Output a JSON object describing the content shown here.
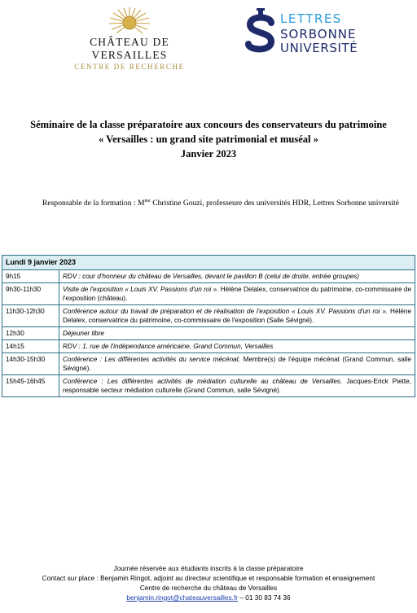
{
  "header": {
    "left_logo": {
      "line1": "CHÂTEAU DE VERSAILLES",
      "line2": "CENTRE DE RECHERCHE",
      "icon": "sun-emblem-icon"
    },
    "right_logo": {
      "line1": "LETTRES",
      "line2": "SORBONNE",
      "line3": "UNIVERSITÉ",
      "icon": "sorbonne-s-icon"
    }
  },
  "title": {
    "line1": "Séminaire de la classe préparatoire aux concours des conservateurs du patrimoine",
    "line2": "« Versailles : un grand site patrimonial et muséal »",
    "line3": "Janvier 2023"
  },
  "responsable": {
    "prefix": "Responsable de la formation : M",
    "sup": "me",
    "rest": " Christine Gouzi, professeure des universités HDR, Lettres Sorbonne université"
  },
  "schedule": {
    "day": "Lundi 9 janvier 2023",
    "rows": [
      {
        "time": "9h15",
        "italic": "RDV : cour d'honneur du château de Versailles, devant le pavillon B (celui de droite, entrée groupes)",
        "normal": ""
      },
      {
        "time": "9h30-11h30",
        "italic": "Visite de l'exposition « Louis XV. Passions d'un roi ».",
        "normal": " Hélène Delalex, conservatrice du patrimoine, co-commissaire de l'exposition (château)."
      },
      {
        "time": "11h30-12h30",
        "italic": "Conférence autour du travail de préparation et de réalisation de l'exposition « Louis XV. Passions d'un roi ».",
        "normal": " Hélène Delalex, conservatrice du patrimoine, co-commissaire de l'exposition (Salle Sévigné)."
      },
      {
        "time": "12h30",
        "italic": "Déjeuner libre",
        "normal": ""
      },
      {
        "time": "14h15",
        "italic": "RDV : 1, rue de l'indépendance américaine, Grand Commun, Versailles",
        "normal": ""
      },
      {
        "time": "14h30-15h30",
        "italic": "Conférence : Les différentes activités du service mécénat.",
        "normal": " Membre(s) de l'équipe mécénat (Grand Commun, salle Sévigné)."
      },
      {
        "time": "15h45-16h45",
        "italic": "Conférence : Les différentes activités de médiation culturelle au château de Versailles.",
        "normal": " Jacques-Erick Piette, responsable secteur médiation culturelle (Grand Commun, salle Sévigné)."
      }
    ]
  },
  "footer": {
    "line1": "Journée réservée aux étudiants inscrits à la classe préparatoire",
    "line2": "Contact sur place : Benjamin Ringot, adjoint au directeur scientifique et responsable formation et enseignement",
    "line3": "Centre de recherche du château de Versailles",
    "email": "benjamin.ringot@chateauversailles.fr",
    "phone": " – 01 30 83 74 36"
  },
  "colors": {
    "table_border": "#2f6f8a",
    "header_fill": "#dbeef4",
    "sorbonne_blue": "#1f2a6b",
    "sorbonne_light": "#2b9bd8",
    "versailles_gold": "#c9a23f"
  }
}
